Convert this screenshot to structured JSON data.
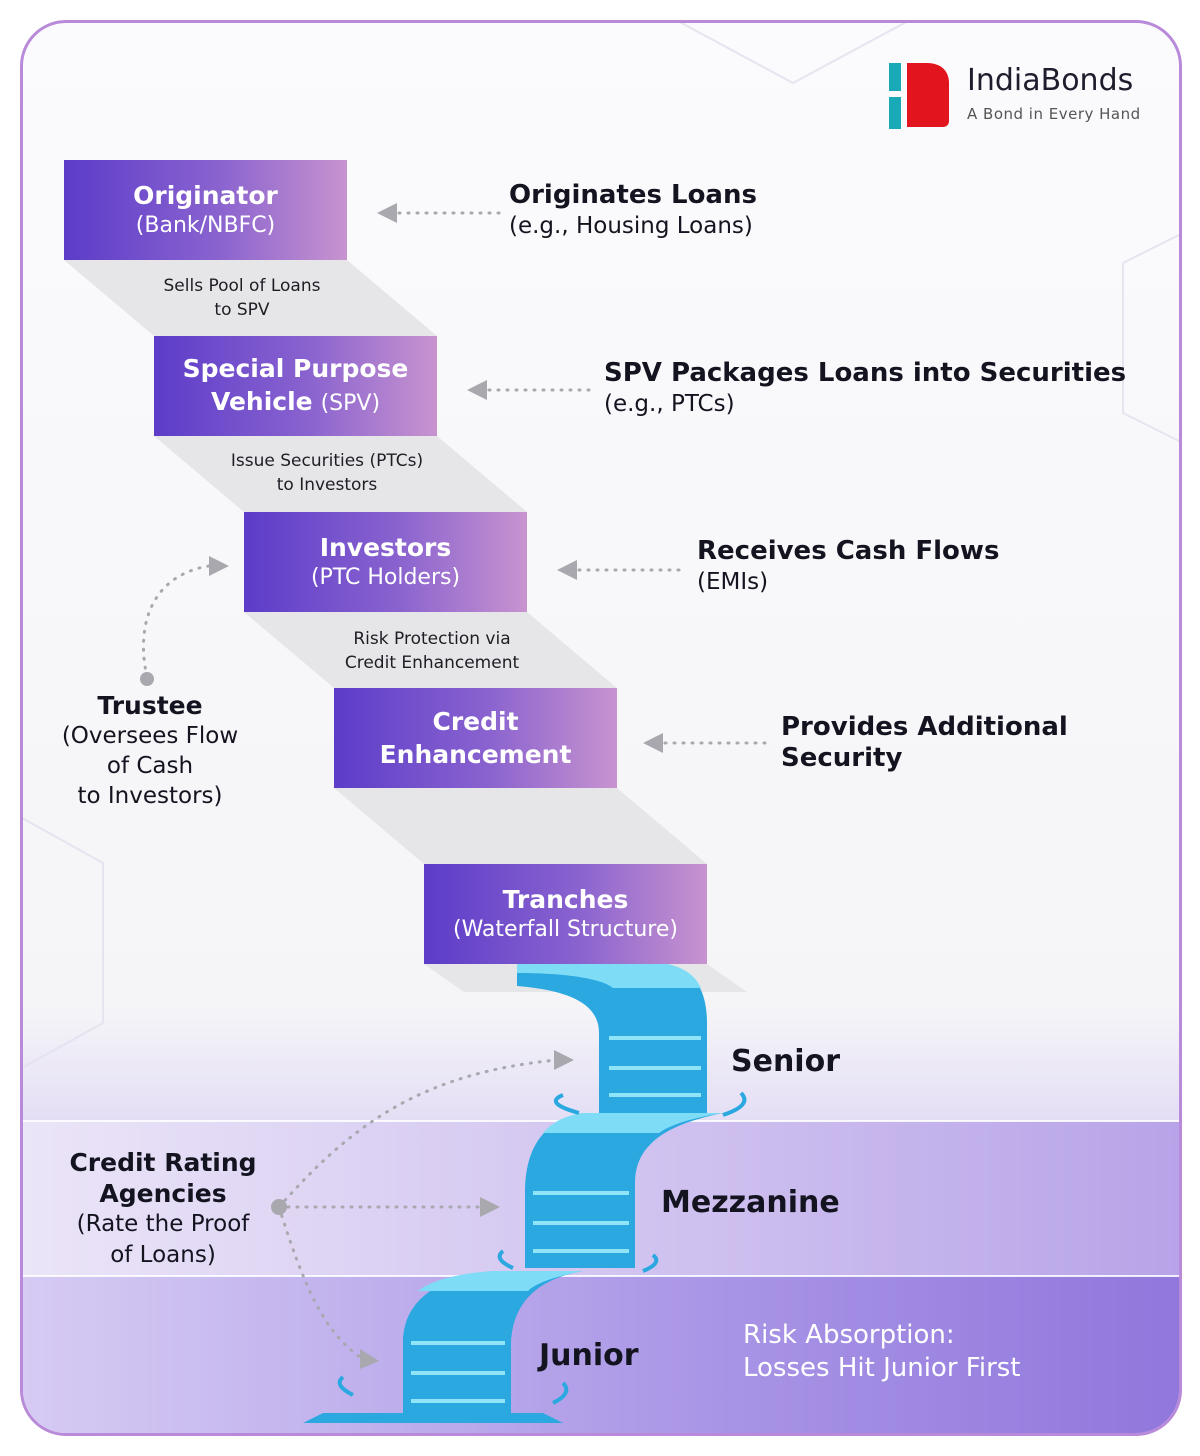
{
  "brand": {
    "name": "IndiaBonds",
    "tagline": "A Bond in Every Hand",
    "logo_colors": [
      "#e2141e",
      "#1aa9b6"
    ]
  },
  "steps": [
    {
      "title": "Originator",
      "subtitle": "(Bank/NBFC)",
      "note_title": "Originates Loans",
      "note_sub": "(e.g., Housing Loans)"
    },
    {
      "title_line1": "Special Purpose",
      "title_line2": "Vehicle",
      "title_line2_suffix": "(SPV)",
      "note_title": "SPV Packages Loans into Securities",
      "note_sub": "(e.g., PTCs)"
    },
    {
      "title": "Investors",
      "subtitle": "(PTC Holders)",
      "note_title": "Receives Cash Flows",
      "note_sub": "(EMIs)"
    },
    {
      "title_line1": "Credit",
      "title_line2": "Enhancement",
      "note_line1": "Provides Additional",
      "note_line2": "Security"
    },
    {
      "title": "Tranches",
      "subtitle": "(Waterfall Structure)"
    }
  ],
  "connectors": [
    {
      "line1": "Sells Pool of Loans",
      "line2": "to SPV"
    },
    {
      "line1": "Issue Securities (PTCs)",
      "line2": "to Investors"
    },
    {
      "line1": "Risk Protection via",
      "line2": "Credit Enhancement"
    }
  ],
  "trustee": {
    "title": "Trustee",
    "line1": "(Oversees Flow",
    "line2": "of Cash",
    "line3": "to Investors)"
  },
  "rating": {
    "title_line1": "Credit Rating",
    "title_line2": "Agencies",
    "line1": "(Rate the Proof",
    "line2": "of Loans)"
  },
  "tranches": {
    "senior": "Senior",
    "mezzanine": "Mezzanine",
    "junior": "Junior"
  },
  "risk_note": {
    "line1": "Risk Absorption:",
    "line2": "Losses Hit Junior First"
  },
  "colors": {
    "box_start": "#5c3cc9",
    "box_end": "#c893cf",
    "water": "#2aa8df",
    "water_light": "#7fdcf6",
    "frame": "#b98ad9"
  }
}
